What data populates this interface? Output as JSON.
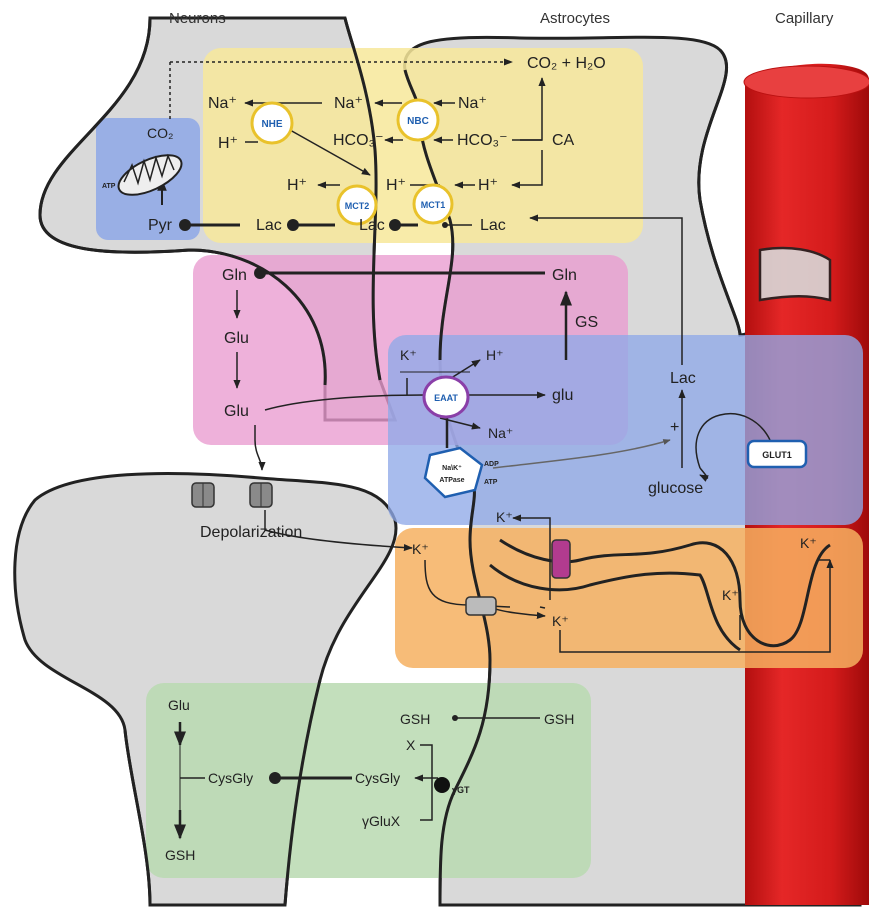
{
  "headers": {
    "neurons": "Neurons",
    "astrocytes": "Astrocytes",
    "capillary": "Capillary"
  },
  "transporters": {
    "nhe": "NHE",
    "nbc": "NBC",
    "mct2": "MCT2",
    "mct1": "MCT1",
    "eaat": "EAAT",
    "atpase_line1": "Na\\K⁺",
    "atpase_line2": "ATPase",
    "glut1": "GLUT1"
  },
  "yellow_box": {
    "co2": "CO₂",
    "atp": "ATP",
    "pyr": "Pyr",
    "lac_neuron": "Lac",
    "lac_mid": "Lac",
    "lac_astro": "Lac",
    "na_left": "Na⁺",
    "na_mid": "Na⁺",
    "na_right": "Na⁺",
    "h_left": "H⁺",
    "h_mct2": "H⁺",
    "h_mid": "H⁺",
    "h_right": "H⁺",
    "hco3_mid": "HCO₃⁻",
    "hco3_right": "HCO₃⁻",
    "ca": "CA",
    "co2_h2o": "CO₂ + H₂O"
  },
  "pink_box": {
    "gln_left": "Gln",
    "gln_right": "Gln",
    "glu_top": "Glu",
    "glu_bottom": "Glu",
    "gs": "GS"
  },
  "blue_box": {
    "k_eaat": "K⁺",
    "h_eaat": "H⁺",
    "glu_astro": "glu",
    "na_eaat": "Na⁺",
    "adp": "ADP",
    "atp": "ATP",
    "plus": "+",
    "lac": "Lac",
    "glucose": "glucose"
  },
  "orange_box": {
    "depolarization": "Depolarization",
    "k_atpase": "K⁺",
    "k_left": "K⁺",
    "k_channel": "K⁺",
    "k_right": "K⁺",
    "k_cap": "K⁺"
  },
  "green_box": {
    "glu": "Glu",
    "gsh_neuron": "GSH",
    "cysgly_left": "CysGly",
    "cysgly_right": "CysGly",
    "gsh_mid": "GSH",
    "gsh_right": "GSH",
    "x": "X",
    "yglux": "γGluX",
    "ygt": "γGT"
  },
  "colors": {
    "yellow": "#f7e79a",
    "pink": "#e99bd0",
    "blue": "#8fa9e8",
    "orange": "#f6b060",
    "green": "#b9d9b0",
    "mito_box": "#8da7e6",
    "cell": "#d6d6d6",
    "capillary": "#d81e1e"
  }
}
